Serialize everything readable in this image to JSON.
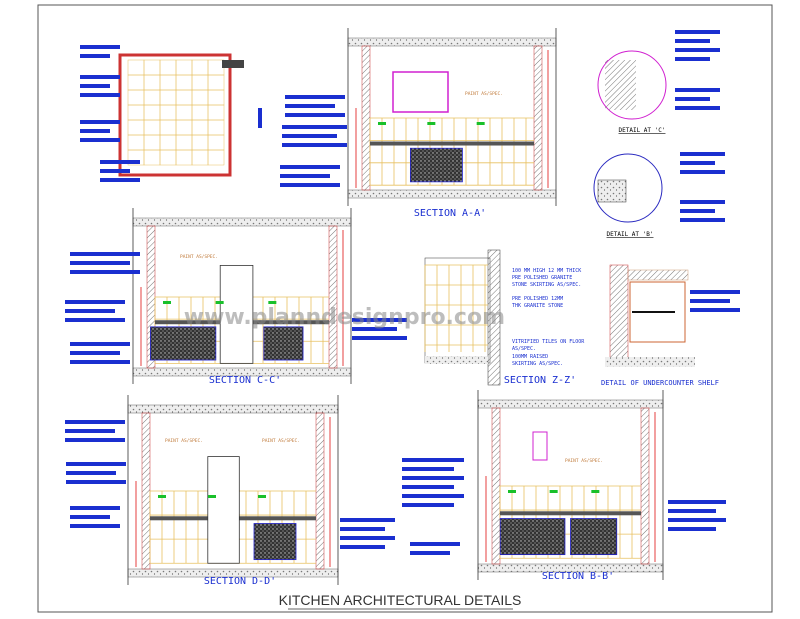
{
  "title": "KITCHEN ARCHITECTURAL DETAILS",
  "watermark": "www.planndesignpro.com",
  "colors": {
    "border": "#555555",
    "label": "#1a2fd0",
    "dimension": "#e01010",
    "tile": "#e8c060",
    "hatch": "#8a8a8a",
    "marker": "#19c02a",
    "frame": "#d020d0"
  },
  "sections": {
    "aa": {
      "label": "SECTION A-A'",
      "paint": "PAINT AS/SPEC."
    },
    "cc": {
      "label": "SECTION C-C'",
      "paint": "PAINT AS/SPEC."
    },
    "zz": {
      "label": "SECTION Z-Z'",
      "notes": [
        "100 MM HIGH 12 MM THICK",
        "PRE POLISHED GRANITE",
        "STONE SKIRTING AS/SPEC.",
        "PRE POLISHED 12MM",
        "THK GRANITE STONE",
        "VITRIFIED TILES ON FLOOR",
        "AS/SPEC.",
        "100MM RAISED",
        "SKIRTING AS/SPEC."
      ]
    },
    "shelf": {
      "label": "DETAIL OF UNDERCOUNTER SHELF"
    },
    "dd": {
      "label": "SECTION D-D'",
      "paint": "PAINT AS/SPEC."
    },
    "bb": {
      "label": "SECTION B-B'",
      "paint": "PAINT AS/SPEC."
    }
  },
  "details": {
    "c": {
      "label": "DETAIL AT 'C'"
    },
    "b": {
      "label": "DETAIL AT 'B'"
    }
  }
}
